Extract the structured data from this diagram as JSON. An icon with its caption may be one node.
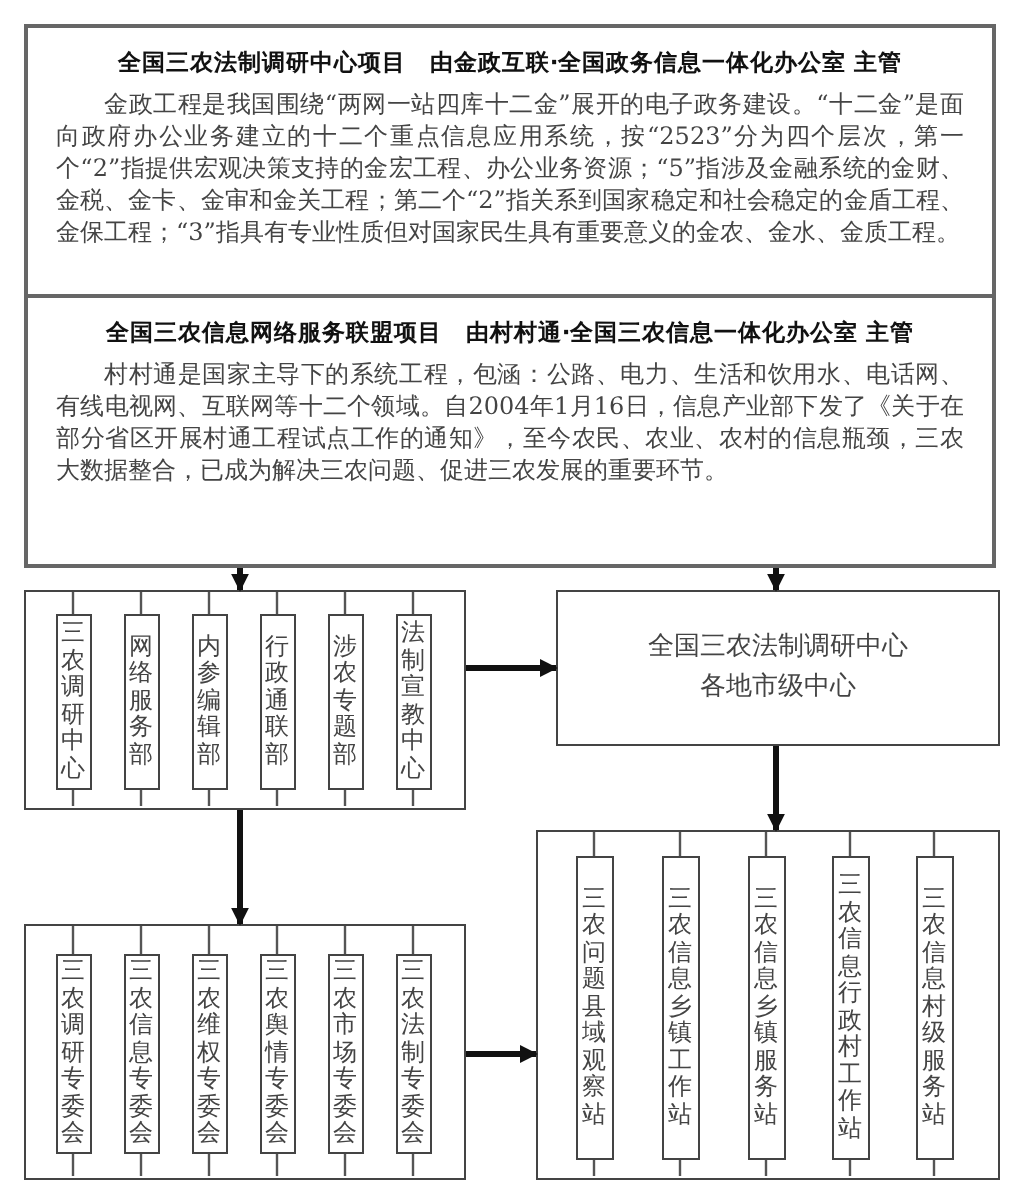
{
  "diagram": {
    "nodes": [
      {
        "text": [
          "全国三农法制调研中心项目　由金政互联·全国政务信息一体化办公室 主管",
          "金政工程是我国围绕“两网一站四库十二金”展开的电子政务建设。“十二金”是面向政府办公业务建立的十二个重点信息应用系统，按“2523”分为四个层次，第一个“2”指提供宏观决策支持的金宏工程、办公业务资源；“5”指涉及金融系统的金财、金税、金卡、金审和金关工程；第二个“2”指关系到国家稳定和社会稳定的金盾工程、金保工程；“3”指具有专业性质但对国家民生具有重要意义的金农、金水、金质工程。"
        ]
      },
      {
        "text": [
          "全国三农信息网络服务联盟项目　由村村通·全国三农信息一体化办公室 主管",
          "村村通是国家主导下的系统工程，包涵：公路、电力、生活和饮用水、电话网、有线电视网、互联网等十二个领域。自2004年1月16日，信息产业部下发了《关于在部分省区开展村通工程试点工作的通知》，至今农民、农业、农村的信息瓶颈，三农大数据整合，已成为解决三农问题、促进三农发展的重要环节。"
        ]
      },
      {
        "text": [],
        "shape": "box"
      },
      {
        "text": [
          "三农调研中心"
        ],
        "in": 2
      },
      {
        "text": [
          "网络服务部"
        ],
        "in": 2
      },
      {
        "text": [
          "内参编辑部"
        ],
        "in": 2
      },
      {
        "text": [
          "行政通联部"
        ],
        "in": 2
      },
      {
        "text": [
          "涉农专题部"
        ],
        "in": 2
      },
      {
        "text": [
          "法制宣教中心"
        ],
        "in": 2
      },
      {
        "text": [
          "全国三农法制调研中心各地市级中心"
        ]
      },
      {
        "text": [],
        "shape": "box"
      },
      {
        "text": [
          "三农问题县域观察站"
        ],
        "in": 10
      },
      {
        "text": [
          "三农信息乡镇工作站"
        ],
        "in": 10
      },
      {
        "text": [
          "三农信息乡镇服务站"
        ],
        "in": 10
      },
      {
        "text": [
          "三农信息行政村工作站"
        ],
        "in": 10
      },
      {
        "text": [
          "三农信息村级服务站"
        ],
        "in": 10
      },
      {
        "text": [],
        "shape": "box"
      },
      {
        "text": [
          "三农调研专委会"
        ],
        "in": 16
      },
      {
        "text": [
          "三农信息专委会"
        ],
        "in": 16
      },
      {
        "text": [
          "三农维权专委会"
        ],
        "in": 16
      },
      {
        "text": [
          "三农舆情专委会"
        ],
        "in": 16
      },
      {
        "text": [
          "三农市场专委会"
        ],
        "in": 16
      },
      {
        "text": [
          "三农法制专委会"
        ],
        "in": 16
      }
    ],
    "edges": [
      {
        "from": 1,
        "to": 2,
        "arrow": "to"
      },
      {
        "from": 1,
        "to": 9,
        "arrow": "to"
      },
      {
        "from": 2,
        "to": 9,
        "arrow": "to"
      },
      {
        "from": 9,
        "to": 10,
        "arrow": "to"
      },
      {
        "from": 2,
        "to": 16,
        "arrow": "to"
      },
      {
        "from": 16,
        "to": 10,
        "arrow": "to"
      }
    ]
  }
}
